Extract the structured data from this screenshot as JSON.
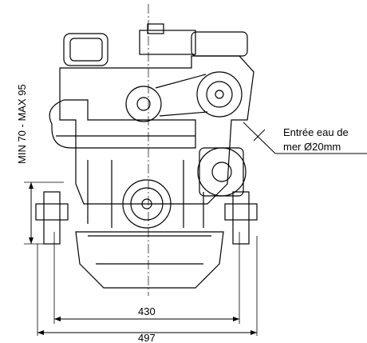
{
  "drawing": {
    "height_dimension": "MIN 70 - MAX 95",
    "water_inlet_label_line1": "Entrée eau de",
    "water_inlet_label_line2": "mer  Ø20mm",
    "width_inner": "430",
    "width_outer": "497"
  }
}
